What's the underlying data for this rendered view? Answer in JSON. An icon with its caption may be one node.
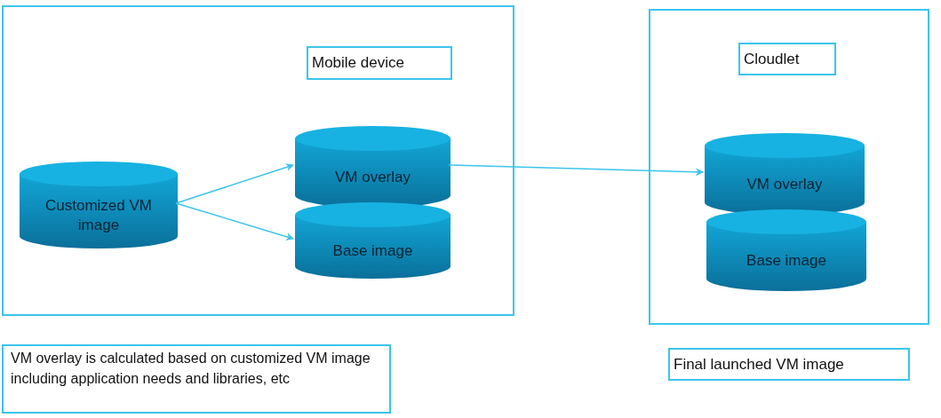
{
  "diagram": {
    "nodes": [
      {
        "text": [],
        "shape": "box"
      },
      {
        "text": [
          "Mobile device"
        ],
        "in": 0
      },
      {
        "text": [
          "Customized VM image"
        ],
        "in": 0
      },
      {
        "text": [
          "VM overlay"
        ],
        "in": 0
      },
      {
        "text": [
          "Base image"
        ],
        "in": 0
      },
      {
        "text": [],
        "shape": "box"
      },
      {
        "text": [
          "Cloudlet"
        ],
        "in": 5
      },
      {
        "text": [
          "VM overlay"
        ],
        "in": 5
      },
      {
        "text": [
          "Base image"
        ],
        "in": 5
      },
      {
        "text": [
          "VM overlay is calculated based on customized VM image including application needs and libraries, etc"
        ]
      },
      {
        "text": [
          "Final launched VM image"
        ]
      }
    ],
    "edges": [
      {
        "from": 2,
        "to": 3,
        "arrow": "to"
      },
      {
        "from": 2,
        "to": 4,
        "arrow": "to"
      },
      {
        "from": 3,
        "to": 7,
        "arrow": "to"
      }
    ]
  }
}
